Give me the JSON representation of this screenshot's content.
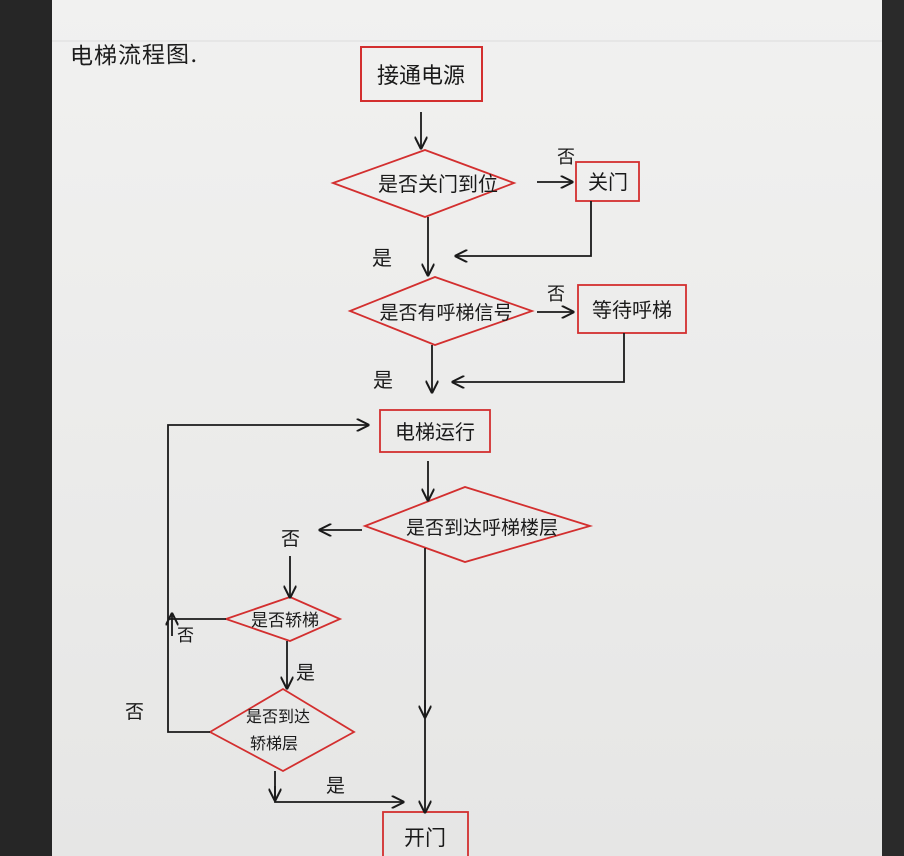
{
  "diagram": {
    "title": "电梯流程图.",
    "nodes": {
      "power_on": "接通电源",
      "door_closed": "是否关门到位",
      "close_door": "关门",
      "has_call": "是否有呼梯信号",
      "wait_call": "等待呼梯",
      "elevator_run": "电梯运行",
      "reached_call": "是否到达呼梯楼层",
      "has_car_call": "是否轿梯",
      "reached_car_floor_1": "是否到达",
      "reached_car_floor_2": "轿梯层",
      "open_door": "开门"
    },
    "edge_labels": {
      "no_close_door": "否",
      "yes_door_closed": "是",
      "no_wait_call": "否",
      "yes_has_call": "是",
      "no_reached_call": "否",
      "no_has_car_call": "否",
      "yes_has_car_call": "是",
      "no_reached_car_floor": "否",
      "yes_reached_car_floor": "是"
    }
  },
  "colors": {
    "ink": "#1a1a1a",
    "box_border": "#d32f2f",
    "paper": "#eeeeed"
  }
}
